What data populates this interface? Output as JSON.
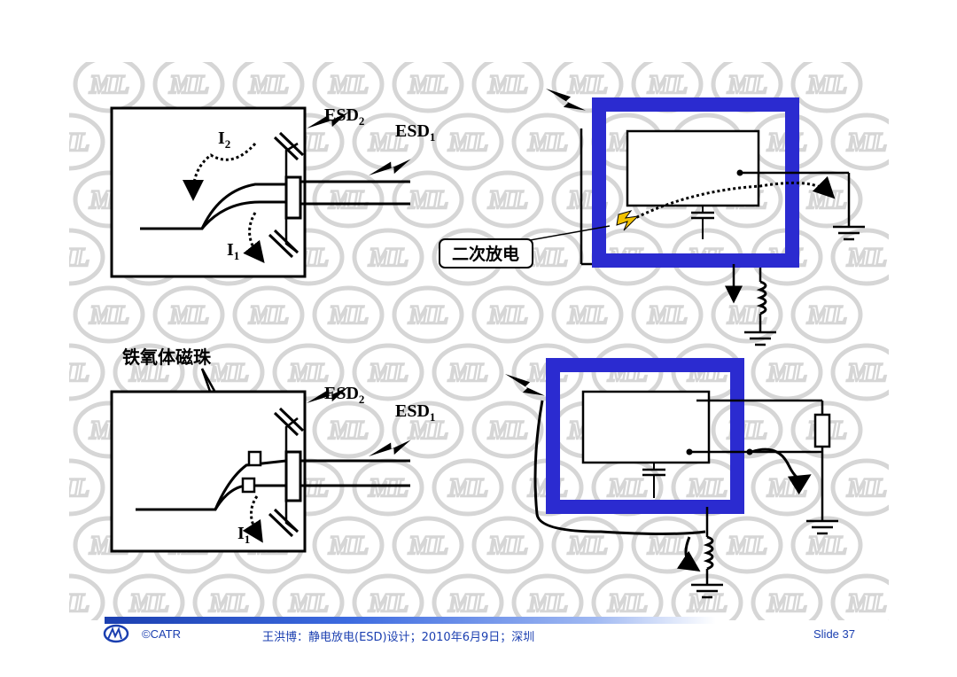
{
  "labels": {
    "esd2_top": "ESD",
    "esd2_top_sub": "2",
    "esd1_top": "ESD",
    "esd1_top_sub": "1",
    "i2": "I",
    "i2_sub": "2",
    "i1_top": "I",
    "i1_top_sub": "1",
    "secondary_discharge": "二次放电",
    "ferrite_bead": "铁氧体磁珠",
    "esd2_bottom": "ESD",
    "esd2_bottom_sub": "2",
    "esd1_bottom": "ESD",
    "esd1_bottom_sub": "1",
    "i1_bottom": "I",
    "i1_bottom_sub": "1"
  },
  "footer": {
    "copyright": "©CATR",
    "title": "王洪博：静电放电(ESD)设计；2010年6月9日；深圳",
    "slide": "Slide 37"
  },
  "colors": {
    "enclosure_blue": "#2b2bd0",
    "spark_yellow": "#f2c200",
    "footer_blue": "#1b3fb0",
    "watermark_gray": "#d9d9d9"
  }
}
